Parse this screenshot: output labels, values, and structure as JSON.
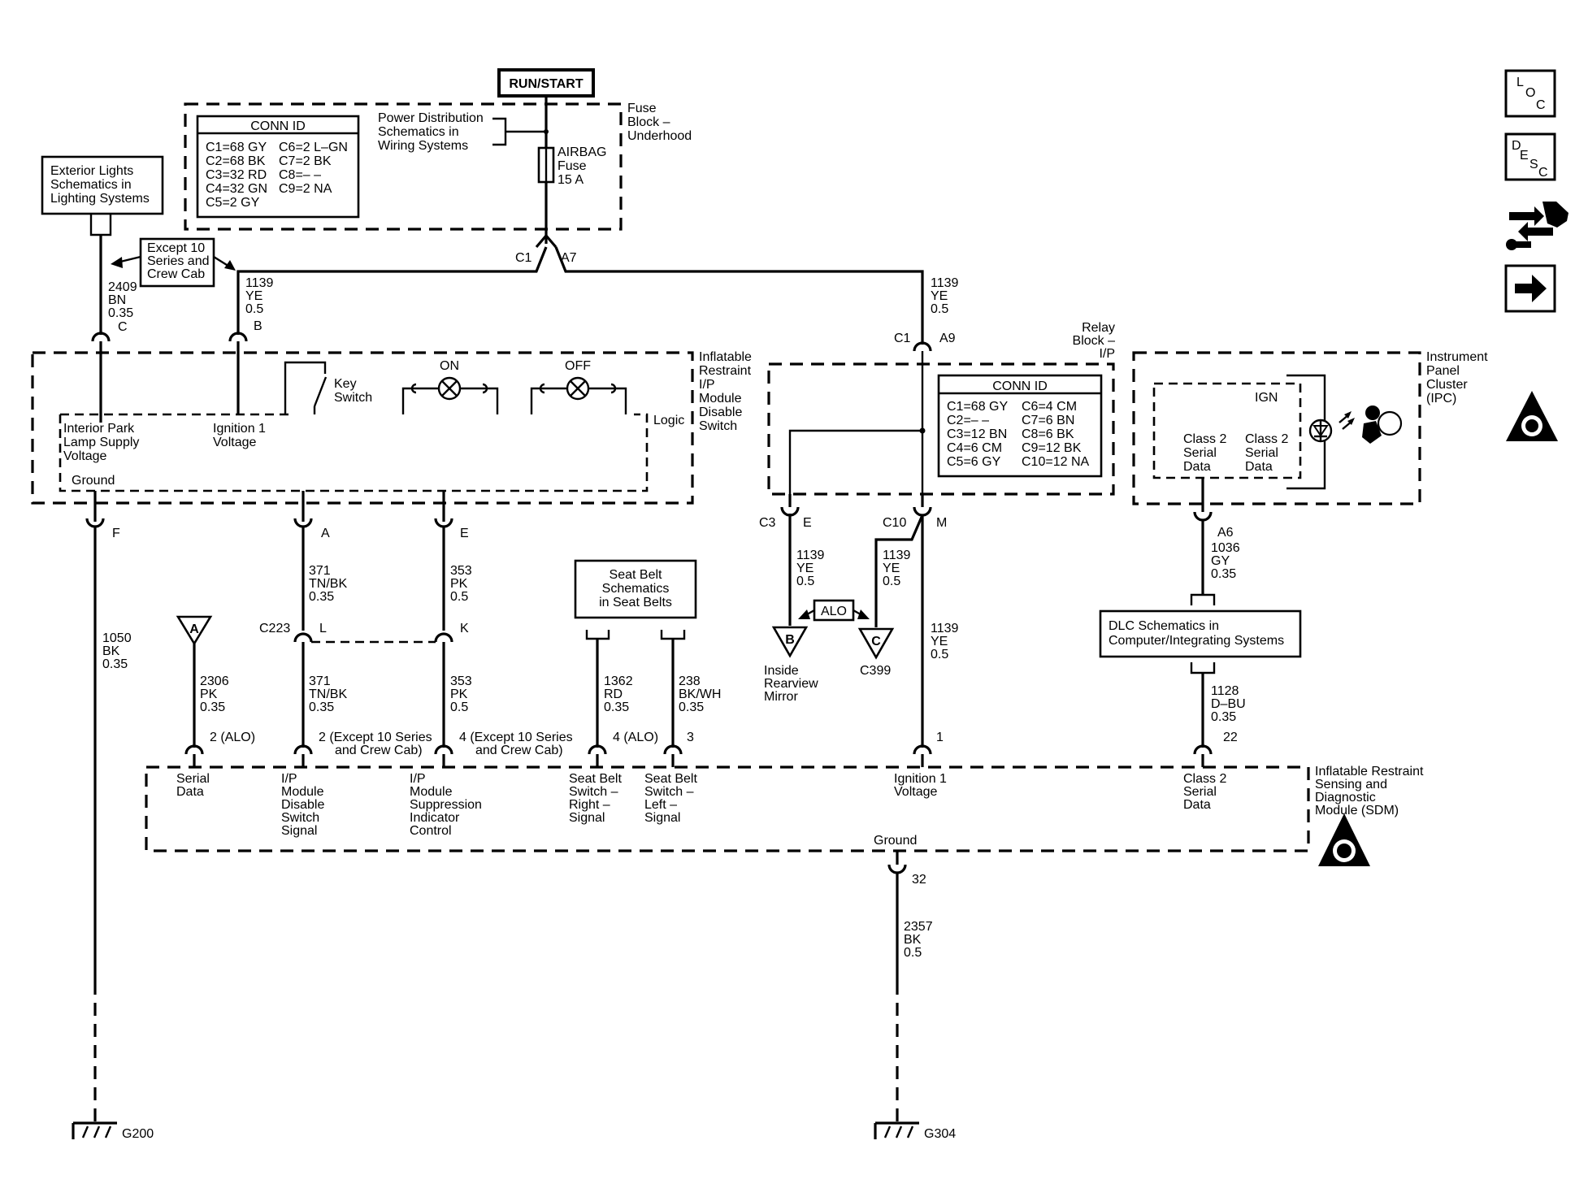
{
  "header": {
    "power_mode": "RUN/START"
  },
  "fuse_block": {
    "title": [
      "Fuse",
      "Block –",
      "Underhood"
    ],
    "conn_id": {
      "title": "CONN ID",
      "rows": [
        [
          "C1=68 GY",
          "C6=2 L–GN"
        ],
        [
          "C2=68 BK",
          "C7=2 BK"
        ],
        [
          "C3=32 RD",
          "C8=– –"
        ],
        [
          "C4=32 GN",
          "C9=2 NA"
        ],
        [
          "C5=2 GY",
          ""
        ]
      ]
    },
    "power_ref": [
      "Power Distribution",
      "Schematics in",
      "Wiring Systems"
    ],
    "fuse": [
      "AIRBAG",
      "Fuse",
      "15 A"
    ],
    "c1": "C1",
    "a7": "A7"
  },
  "exterior_lights_ref": [
    "Exterior Lights",
    "Schematics in",
    "Lighting Systems"
  ],
  "except_note": [
    "Except 10",
    "Series and",
    "Crew Cab"
  ],
  "wires": {
    "w2409": [
      "2409",
      "BN",
      "0.35"
    ],
    "w1139_left": [
      "1139",
      "YE",
      "0.5"
    ],
    "w1139_right": [
      "1139",
      "YE",
      "0.5"
    ],
    "w1050": [
      "1050",
      "BK",
      "0.35"
    ],
    "w371_upper": [
      "371",
      "TN/BK",
      "0.35"
    ],
    "w371_lower": [
      "371",
      "TN/BK",
      "0.35"
    ],
    "w353_upper": [
      "353",
      "PK",
      "0.5"
    ],
    "w353_lower": [
      "353",
      "PK",
      "0.5"
    ],
    "w2306": [
      "2306",
      "PK",
      "0.35"
    ],
    "w1362": [
      "1362",
      "RD",
      "0.35"
    ],
    "w238": [
      "238",
      "BK/WH",
      "0.35"
    ],
    "w1139_c3": [
      "1139",
      "YE",
      "0.5"
    ],
    "w1139_c10": [
      "1139",
      "YE",
      "0.5"
    ],
    "w1139_ign": [
      "1139",
      "YE",
      "0.5"
    ],
    "w1036": [
      "1036",
      "GY",
      "0.35"
    ],
    "w1128": [
      "1128",
      "D–BU",
      "0.35"
    ],
    "w2357": [
      "2357",
      "BK",
      "0.5"
    ]
  },
  "pins": {
    "C": "C",
    "B": "B",
    "C1": "C1",
    "A9": "A9",
    "F": "F",
    "A": "A",
    "E": "E",
    "C223": "C223",
    "L": "L",
    "K": "K",
    "C3": "C3",
    "E_relay": "E",
    "C10": "C10",
    "M": "M",
    "A6": "A6",
    "sdm_2alo": "2 (ALO)",
    "sdm_2": "2 (Except 10 Series",
    "sdm_2b": "and Crew Cab)",
    "sdm_4": "4 (Except 10 Series",
    "sdm_4b": "and Crew Cab)",
    "sdm_4alo": "4 (ALO)",
    "sdm_3": "3",
    "sdm_1": "1",
    "sdm_22": "22",
    "sdm_32": "32"
  },
  "ipds": {
    "title": [
      "Inflatable",
      "Restraint",
      "I/P",
      "Module",
      "Disable",
      "Switch"
    ],
    "logic": "Logic",
    "key_switch": [
      "Key",
      "Switch"
    ],
    "on": "ON",
    "off": "OFF",
    "interior_park": [
      "Interior Park",
      "Lamp Supply",
      "Voltage"
    ],
    "ignition": [
      "Ignition 1",
      "Voltage"
    ],
    "ground": "Ground"
  },
  "relay_block": {
    "title": [
      "Relay",
      "Block –",
      "I/P"
    ],
    "conn_id": {
      "title": "CONN ID",
      "rows": [
        [
          "C1=68 GY",
          "C6=4 CM"
        ],
        [
          "C2=– –",
          "C7=6 BN"
        ],
        [
          "C3=12 BN",
          "C8=6 BK"
        ],
        [
          "C4=6 CM",
          "C9=12 BK"
        ],
        [
          "C5=6 GY",
          "C10=12 NA"
        ]
      ]
    }
  },
  "ipc": {
    "title": [
      "Instrument",
      "Panel",
      "Cluster",
      "(IPC)"
    ],
    "ign": "IGN",
    "class2_a": [
      "Class 2",
      "Serial",
      "Data"
    ],
    "class2_b": [
      "Class 2",
      "Serial",
      "Data"
    ]
  },
  "seat_belt_ref": [
    "Seat Belt",
    "Schematics",
    "in Seat Belts"
  ],
  "alo": "ALO",
  "offpage": {
    "A": "A",
    "B": "B",
    "C": "C",
    "B_label": [
      "Inside",
      "Rearview",
      "Mirror"
    ],
    "C_label": "C399"
  },
  "dlc_ref": [
    "DLC Schematics in",
    "Computer/Integrating Systems"
  ],
  "sdm": {
    "title": [
      "Inflatable Restraint",
      "Sensing and",
      "Diagnostic",
      "Module (SDM)"
    ],
    "serial_data": [
      "Serial",
      "Data"
    ],
    "disable_signal": [
      "I/P",
      "Module",
      "Disable",
      "Switch",
      "Signal"
    ],
    "suppression": [
      "I/P",
      "Module",
      "Suppression",
      "Indicator",
      "Control"
    ],
    "sb_right": [
      "Seat Belt",
      "Switch –",
      "Right –",
      "Signal"
    ],
    "sb_left": [
      "Seat Belt",
      "Switch –",
      "Left –",
      "Signal"
    ],
    "ignition": [
      "Ignition 1",
      "Voltage"
    ],
    "class2": [
      "Class 2",
      "Serial",
      "Data"
    ],
    "ground": "Ground"
  },
  "grounds": {
    "g200": "G200",
    "g304": "G304"
  },
  "side_icons": {
    "loc": [
      "L",
      "O",
      "C"
    ],
    "desc": [
      "D",
      "E",
      "S",
      "C"
    ],
    "icons": [
      "loc-icon",
      "desc-icon",
      "connector-test-icon",
      "next-page-icon",
      "airbag-warning-icon"
    ]
  }
}
